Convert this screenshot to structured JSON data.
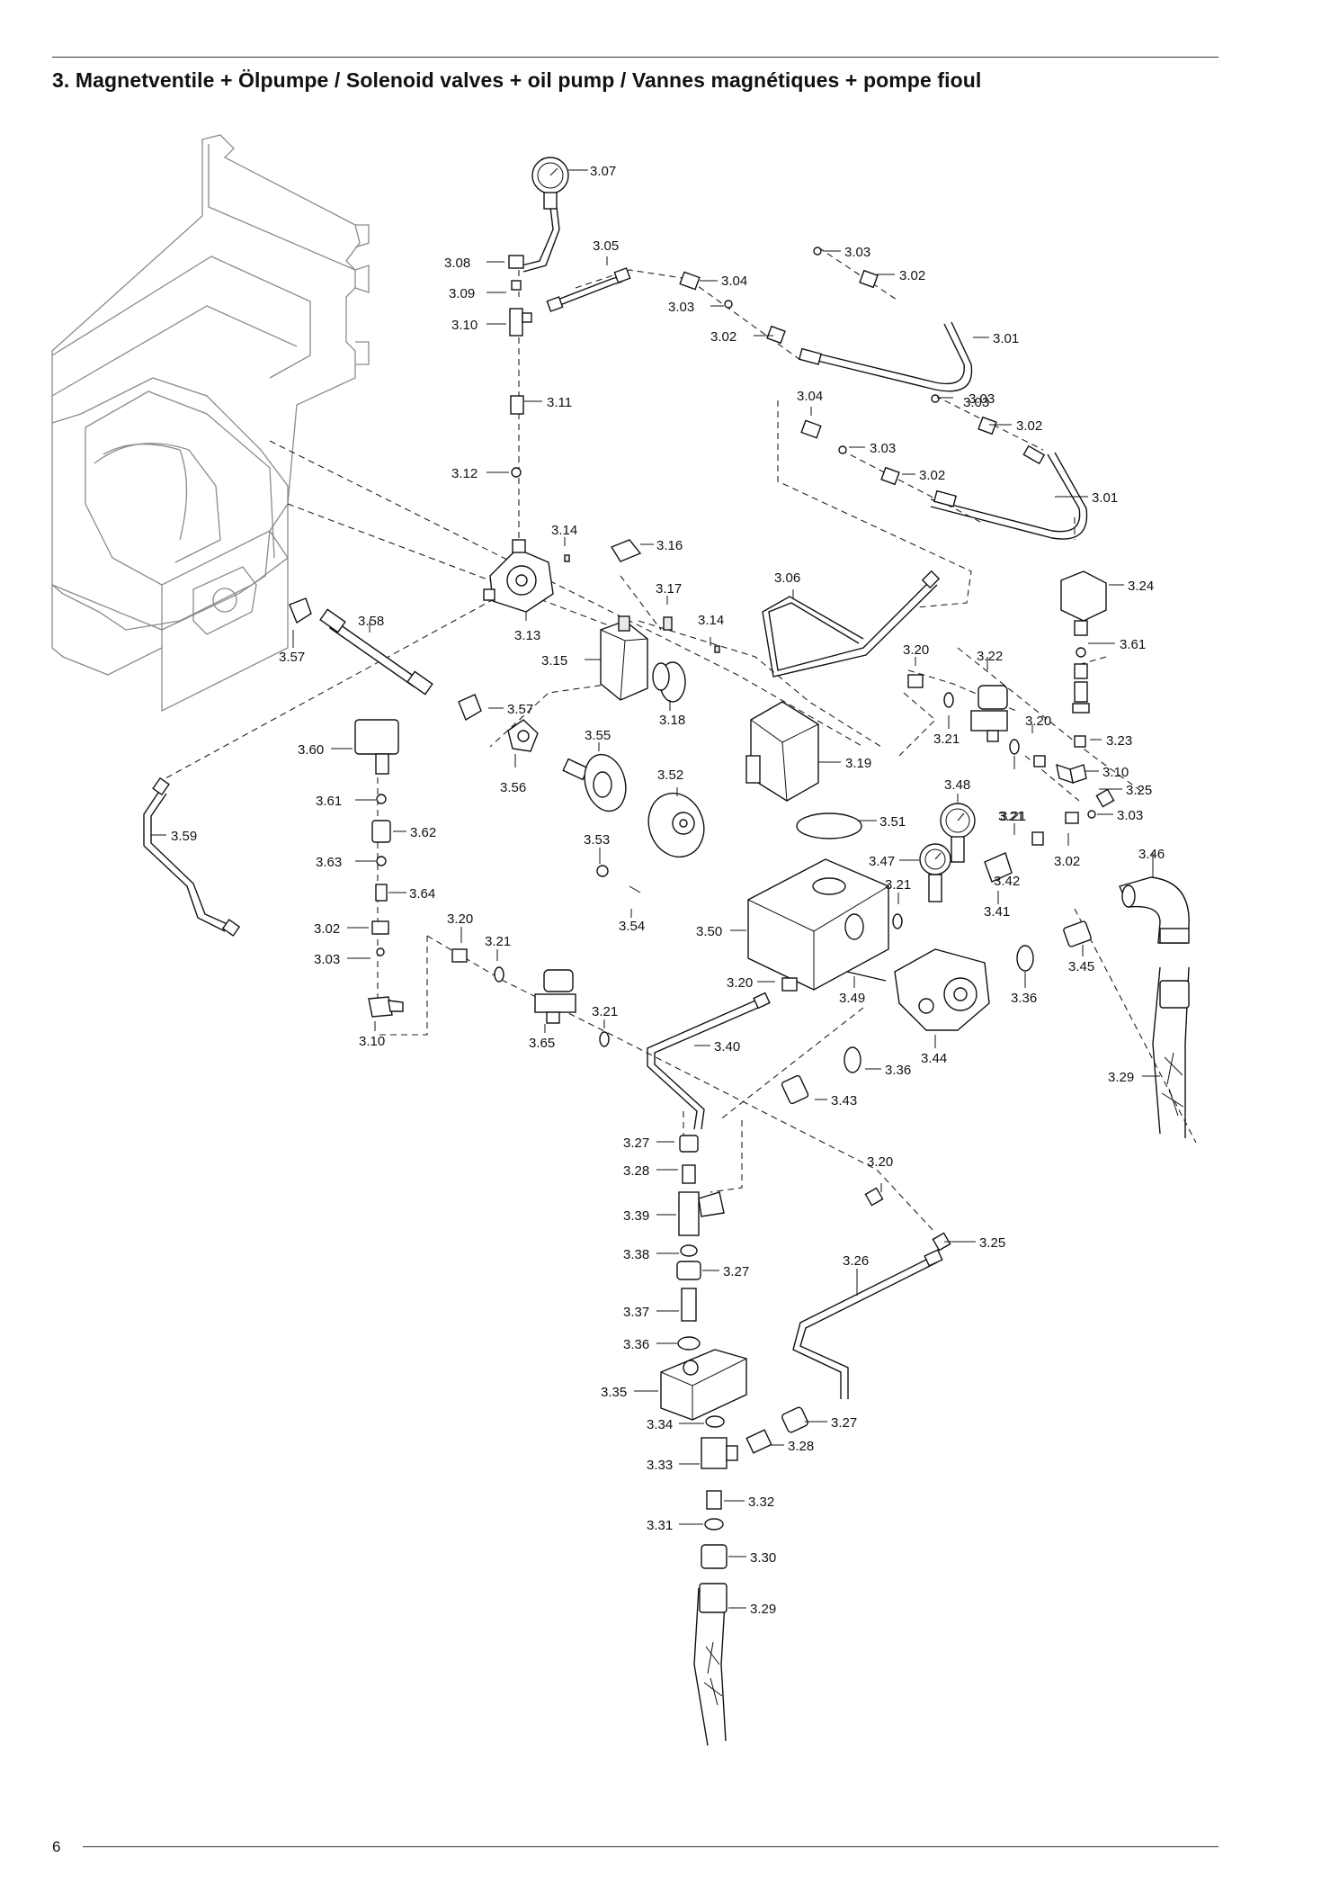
{
  "page": {
    "title": "3. Magnetventile + Ölpumpe / Solenoid valves + oil pump / Vannes magnétiques + pompe fioul",
    "page_number": "6"
  },
  "labels": [
    "3.07",
    "3.05",
    "3.08",
    "3.09",
    "3.10",
    "3.04",
    "3.03",
    "3.02",
    "3.03",
    "3.02",
    "3.03",
    "3.01",
    "3.11",
    "3.04",
    "3.03",
    "3.02",
    "3.03",
    "3.02",
    "3.01",
    "3.12",
    "3.14",
    "3.16",
    "3.17",
    "3.06",
    "3.24",
    "3.13",
    "3.58",
    "3.14",
    "3.57",
    "3.15",
    "3.20",
    "3.22",
    "3.61",
    "3.18",
    "3.57",
    "3.21",
    "3.20",
    "3.23",
    "3.60",
    "3.55",
    "3.19",
    "3.52",
    "3.10",
    "3.56",
    "3.48",
    "3.21",
    "3.25",
    "3.61",
    "3.51",
    "3.21",
    "3.03",
    "3.62",
    "3.59",
    "3.53",
    "3.47",
    "3.02",
    "3.42",
    "3.46",
    "3.63",
    "3.64",
    "3.21",
    "3.41",
    "3.54",
    "3.02",
    "3.20",
    "3.50",
    "3.21",
    "3.03",
    "3.45",
    "3.20",
    "3.36",
    "3.21",
    "3.49",
    "3.10",
    "3.65",
    "3.40",
    "3.44",
    "3.36",
    "3.29",
    "3.43",
    "3.27",
    "3.28",
    "3.20",
    "3.39",
    "3.25",
    "3.38",
    "3.27",
    "3.26",
    "3.37",
    "3.36",
    "3.35",
    "3.27",
    "3.34",
    "3.28",
    "3.33",
    "3.32",
    "3.31",
    "3.30",
    "3.29"
  ]
}
